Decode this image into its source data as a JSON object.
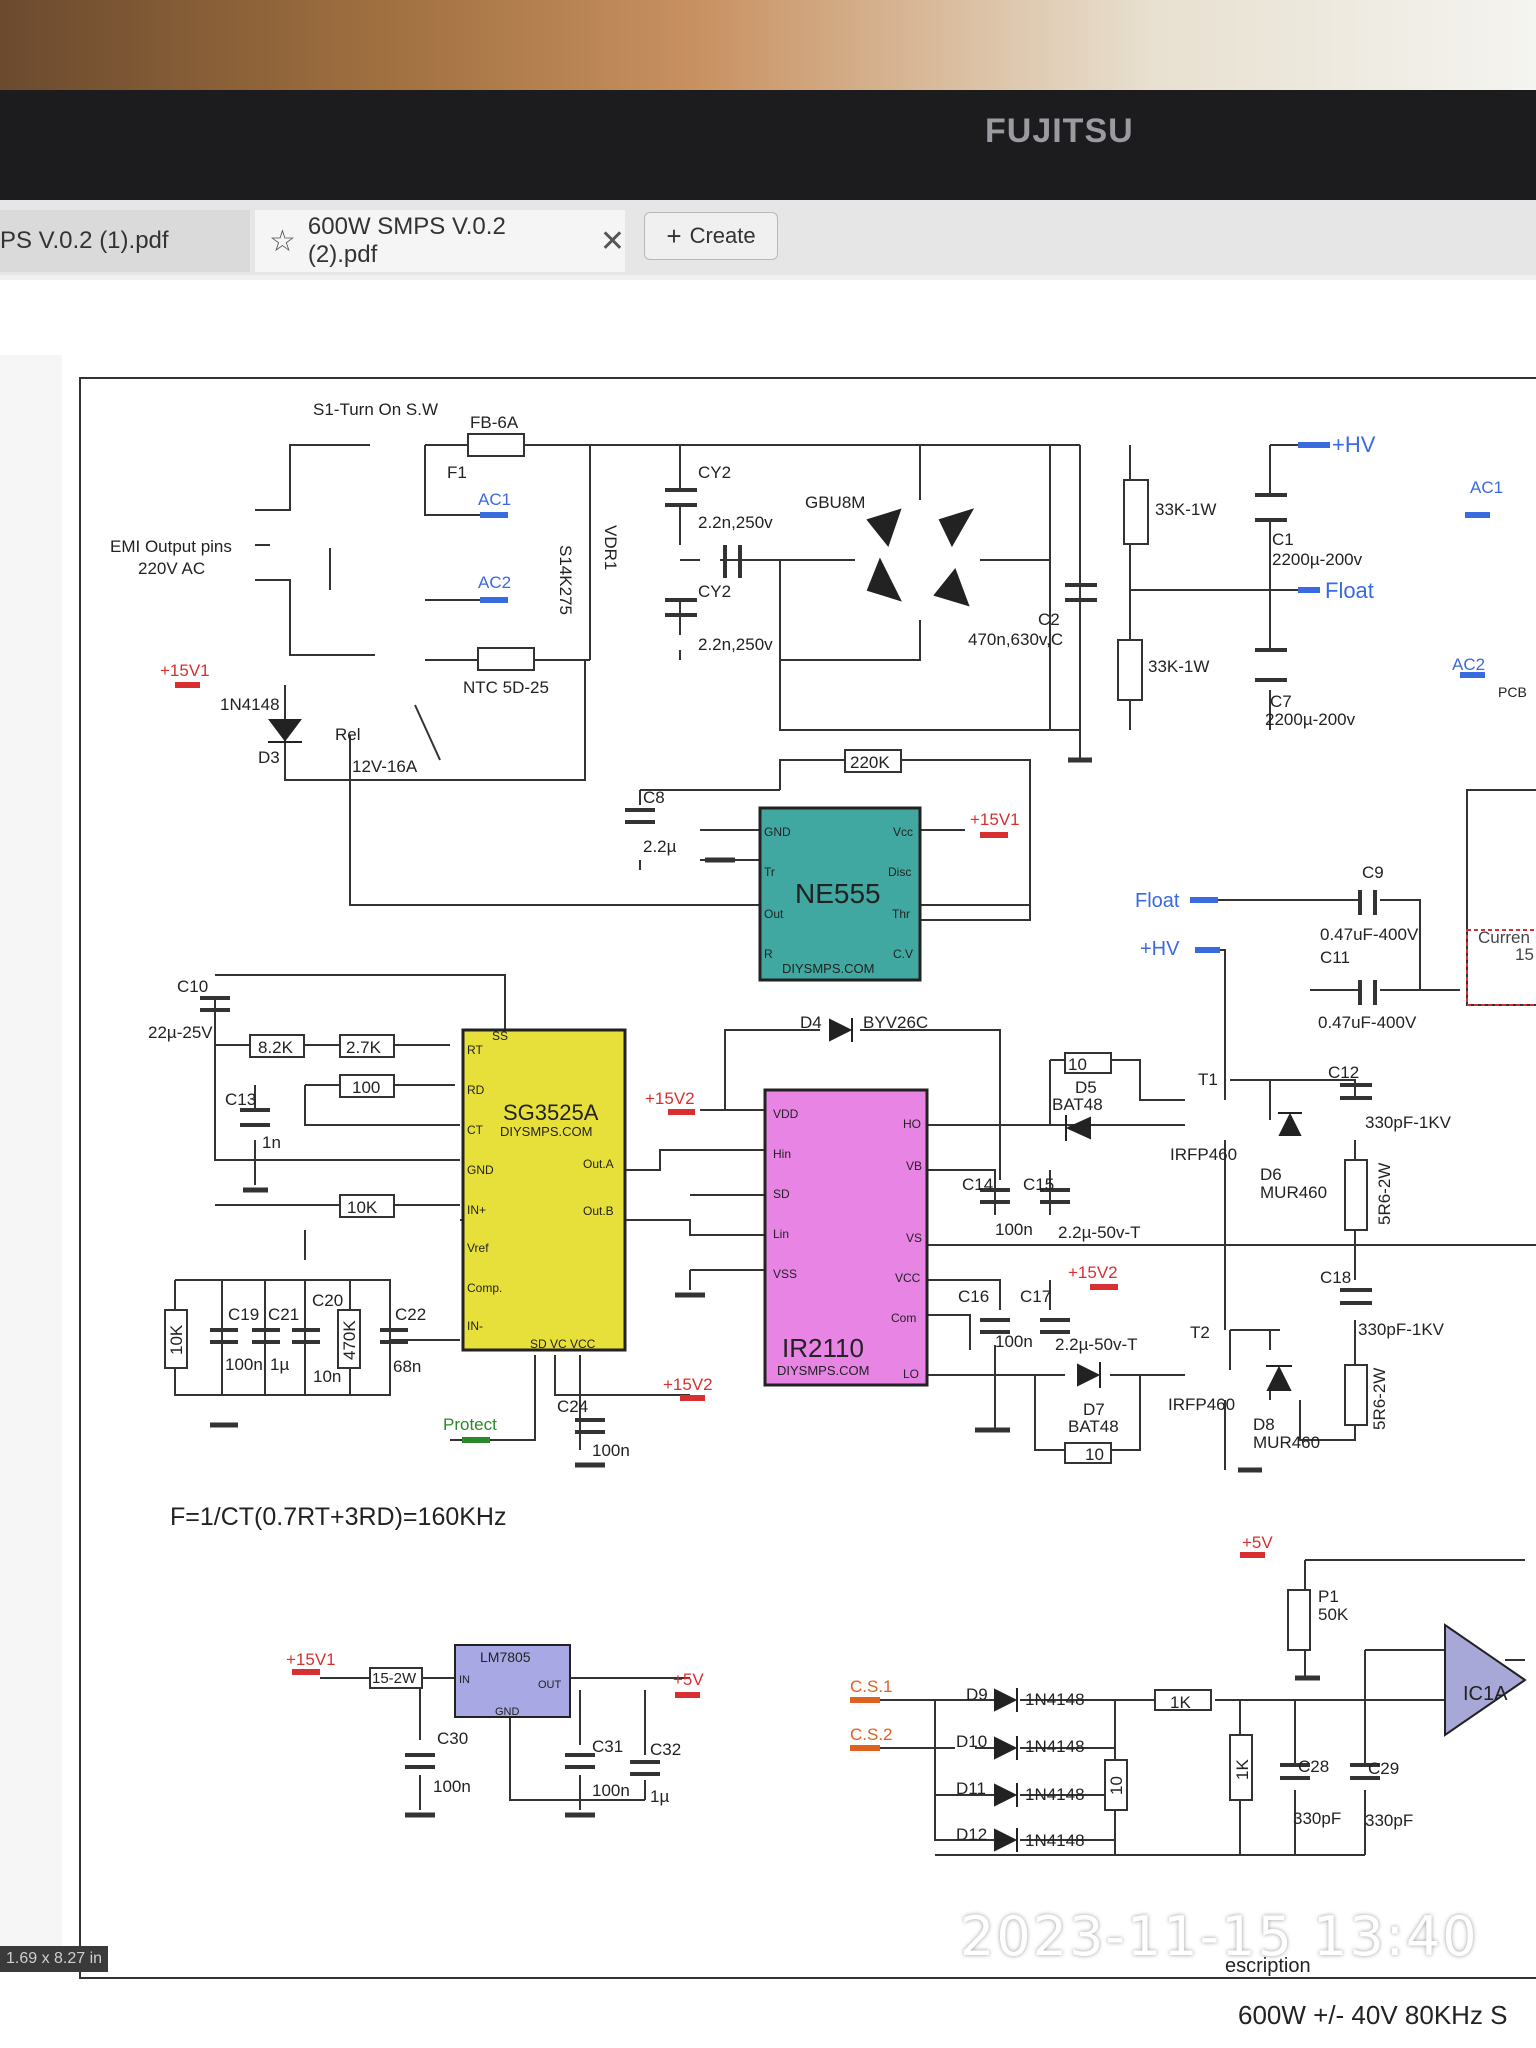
{
  "monitor": {
    "brand": "FUJITSU"
  },
  "tabs": [
    {
      "label": "PS V.0.2 (1).pdf"
    },
    {
      "label": "600W SMPS V.0.2 (2).pdf"
    }
  ],
  "create_label": "Create",
  "schematic": {
    "switch": "S1-Turn On S.W",
    "fuse": "FB-6A",
    "fuse_ref": "F1",
    "ac1": "AC1",
    "ac2": "AC2",
    "emi": [
      "EMI Output pins",
      "220V AC"
    ],
    "vdr": "VDR1",
    "vdr_part": "S14K275",
    "cy2": "CY2",
    "cy2_val": "2.2n,250v",
    "bridge": "GBU8M",
    "c2": "C2",
    "c2_val": "470n,630v,C",
    "r_33k": "33K-1W",
    "c1": "C1",
    "c1_val": "2200µ-200v",
    "c7": "C7",
    "c7_val": "2200µ-200v",
    "hv": "+HV",
    "float": "Float",
    "pcb": "PCB",
    "v15v1": "+15V1",
    "v15v2": "+15V2",
    "v5": "+5V",
    "d3_part": "1N4148",
    "d3": "D3",
    "rel": "Rel",
    "rel_val": "12V-16A",
    "ntc": "NTC 5D-25",
    "r220k": "220K",
    "c8": "C8",
    "c8_val": "2.2µ",
    "ne555": "NE555",
    "ne555_pins_left": [
      "GND",
      "Tr",
      "Out",
      "R"
    ],
    "ne555_pins_right": [
      "Vcc",
      "Disc",
      "Thr",
      "C.V"
    ],
    "diysmps": "DIYSMPS.COM",
    "c9": "C9",
    "c9_val": "0.47uF-400V",
    "c11": "C11",
    "c11_val": "0.47uF-400V",
    "current": "Curren",
    "current_sub": "15",
    "c10": "C10",
    "c10_val": "22µ-25V",
    "r82k": "8.2K",
    "r27k": "2.7K",
    "r100": "100",
    "c13": "C13",
    "c13_val": "1n",
    "r10k": "10K",
    "r10k_v": "10K",
    "r470k": "470K",
    "c19": "C19",
    "c19_val": "100n",
    "c21": "C21",
    "c21_val": "1µ",
    "c20": "C20",
    "c20_val": "10n",
    "c22": "C22",
    "c22_val": "68n",
    "protect": "Protect",
    "sg3525": "SG3525A",
    "sg_pins_left": [
      "SS",
      "RT",
      "RD",
      "CT",
      "GND",
      "IN+",
      "Vref",
      "Comp.",
      "IN-"
    ],
    "sg_pins_right": [
      "Out.A",
      "Out.B"
    ],
    "sg_bottom": "SD VC VCC",
    "c24": "C24",
    "c24_val": "100n",
    "d4": "D4",
    "d4_part": "BYV26C",
    "ir2110": "IR2110",
    "ir_pins_left": [
      "VDD",
      "Hin",
      "SD",
      "Lin",
      "VSS"
    ],
    "ir_pins_right": [
      "HO",
      "VB",
      "VS",
      "VCC",
      "Com",
      "LO"
    ],
    "d5": "D5",
    "d5_part": "BAT48",
    "r10": "10",
    "t1": "T1",
    "t1_part": "IRFP460",
    "d6": "D6",
    "d6_part": "MUR460",
    "c12": "C12",
    "c12_val": "330pF-1KV",
    "r5r6": "5R6-2W",
    "c14": "C14",
    "c14_val": "100n",
    "c15": "C15",
    "c15_val": "2.2µ-50v-T",
    "c18": "C18",
    "c18_val": "330pF-1KV",
    "c16": "C16",
    "c16_val": "100n",
    "c17": "C17",
    "c17_val": "2.2µ-50v-T",
    "t2": "T2",
    "t2_part": "IRFP460",
    "d7": "D7",
    "d7_part": "BAT48",
    "d8": "D8",
    "d8_part": "MUR460",
    "formula": "F=1/CT(0.7RT+3RD)=160KHz",
    "lm7805": "LM7805",
    "lm_in": "IN",
    "lm_out": "OUT",
    "lm_gnd": "GND",
    "r152w": "15-2W",
    "c30": "C30",
    "c30_val": "100n",
    "c31": "C31",
    "c31_val": "100n",
    "c32": "C32",
    "c32_val": "1µ",
    "p1": "P1",
    "p1_val": "50K",
    "ic1a": "IC1A",
    "cs1": "C.S.1",
    "cs2": "C.S.2",
    "d9": "D9",
    "d10": "D10",
    "d11": "D11",
    "d12": "D12",
    "d_part": "1N4148",
    "r1k": "1K",
    "r1k_v": "1K",
    "c28": "C28",
    "c28_val": "330pF",
    "c29": "C29",
    "c29_val": "330pF"
  },
  "page_size": "1.69 x 8.27 in",
  "timestamp": "2023-11-15 13:40",
  "description_head": "escription",
  "description": "600W +/- 40V 80KHz S"
}
